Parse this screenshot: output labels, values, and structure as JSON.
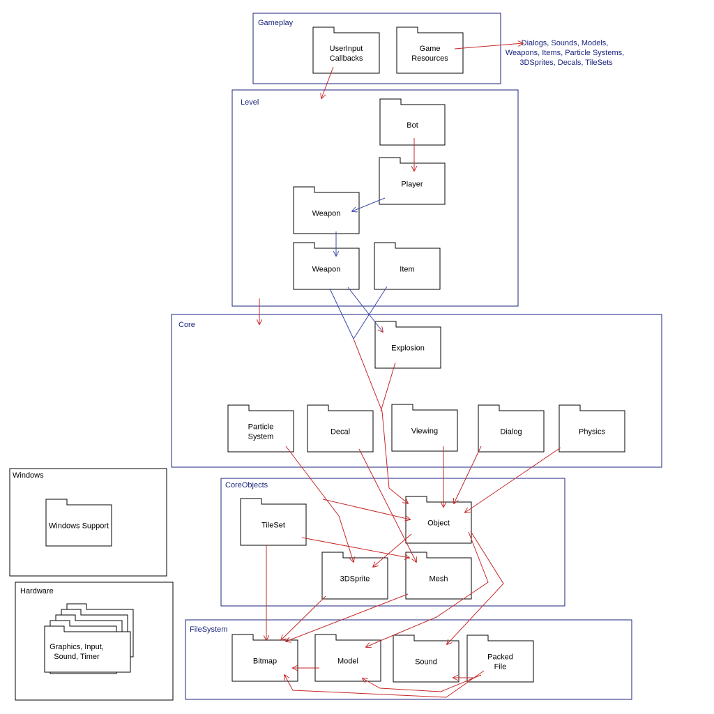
{
  "groups": {
    "gameplay": "Gameplay",
    "level": "Level",
    "core": "Core",
    "coreobjects": "CoreObjects",
    "filesystem": "FileSystem",
    "windows": "Windows",
    "hardware": "Hardware"
  },
  "packages": {
    "userinput": [
      "UserInput",
      "Callbacks"
    ],
    "gameresources": [
      "Game",
      "Resources"
    ],
    "bot": [
      "Bot"
    ],
    "player": [
      "Player"
    ],
    "weapon_a": [
      "Weapon"
    ],
    "weapon_b": [
      "Weapon"
    ],
    "item": [
      "Item"
    ],
    "explosion": [
      "Explosion"
    ],
    "particlesystem": [
      "Particle",
      "System"
    ],
    "decal": [
      "Decal"
    ],
    "viewing": [
      "Viewing"
    ],
    "dialog": [
      "Dialog"
    ],
    "physics": [
      "Physics"
    ],
    "tileset": [
      "TileSet"
    ],
    "object": [
      "Object"
    ],
    "sprite3d": [
      "3DSprite"
    ],
    "mesh": [
      "Mesh"
    ],
    "bitmap": [
      "Bitmap"
    ],
    "model": [
      "Model"
    ],
    "sound": [
      "Sound"
    ],
    "packedfile": [
      "Packed",
      "File"
    ],
    "windowssupport": [
      "Windows Support"
    ],
    "hardware": [
      "Graphics, Input,",
      "Sound, Timer"
    ]
  },
  "resource_note": [
    "Dialogs, Sounds, Models,",
    "Weapons, Items, Particle Systems,",
    "3DSprites, Decals, TileSets"
  ],
  "colors": {
    "group_border": "#1a237e",
    "arrow": "#c62828",
    "arrow_alt": "#3949ab"
  }
}
